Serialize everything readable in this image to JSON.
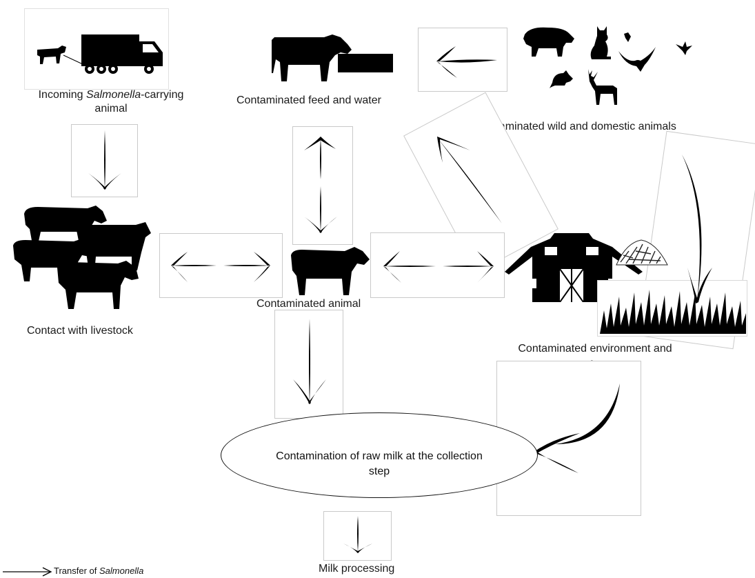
{
  "nodes": {
    "incoming_animal": {
      "prefix": "Incoming ",
      "italic": "Salmonella",
      "suffix": "-carrying",
      "line2": "animal"
    },
    "feed_water": {
      "label": "Contaminated feed and water"
    },
    "wild_domestic": {
      "label": "Contaminated wild and domestic animals"
    },
    "livestock_contact": {
      "label": "Contact with livestock"
    },
    "contaminated_animal": {
      "label": "Contaminated animal"
    },
    "environment": {
      "line1": "Contaminated environment and",
      "line2": "surfaces"
    },
    "raw_milk": {
      "line1": "Contamination of raw milk at the collection",
      "line2": "step"
    },
    "milk_processing": {
      "label": "Milk processing"
    }
  },
  "legend": {
    "prefix": "Transfer of ",
    "italic": "Salmonella"
  },
  "icons": [
    "truck-with-cow-icon",
    "cow-at-trough-icon",
    "boar-icon",
    "cat-icon",
    "bird-icon",
    "mouse-icon",
    "deer-icon",
    "herd-of-cows-icon",
    "cow-icon",
    "barn-icon",
    "manure-pile-icon",
    "grass-icon"
  ],
  "colors": {
    "ink": "#000000",
    "box_border": "#c9c9c9",
    "background": "#ffffff"
  }
}
